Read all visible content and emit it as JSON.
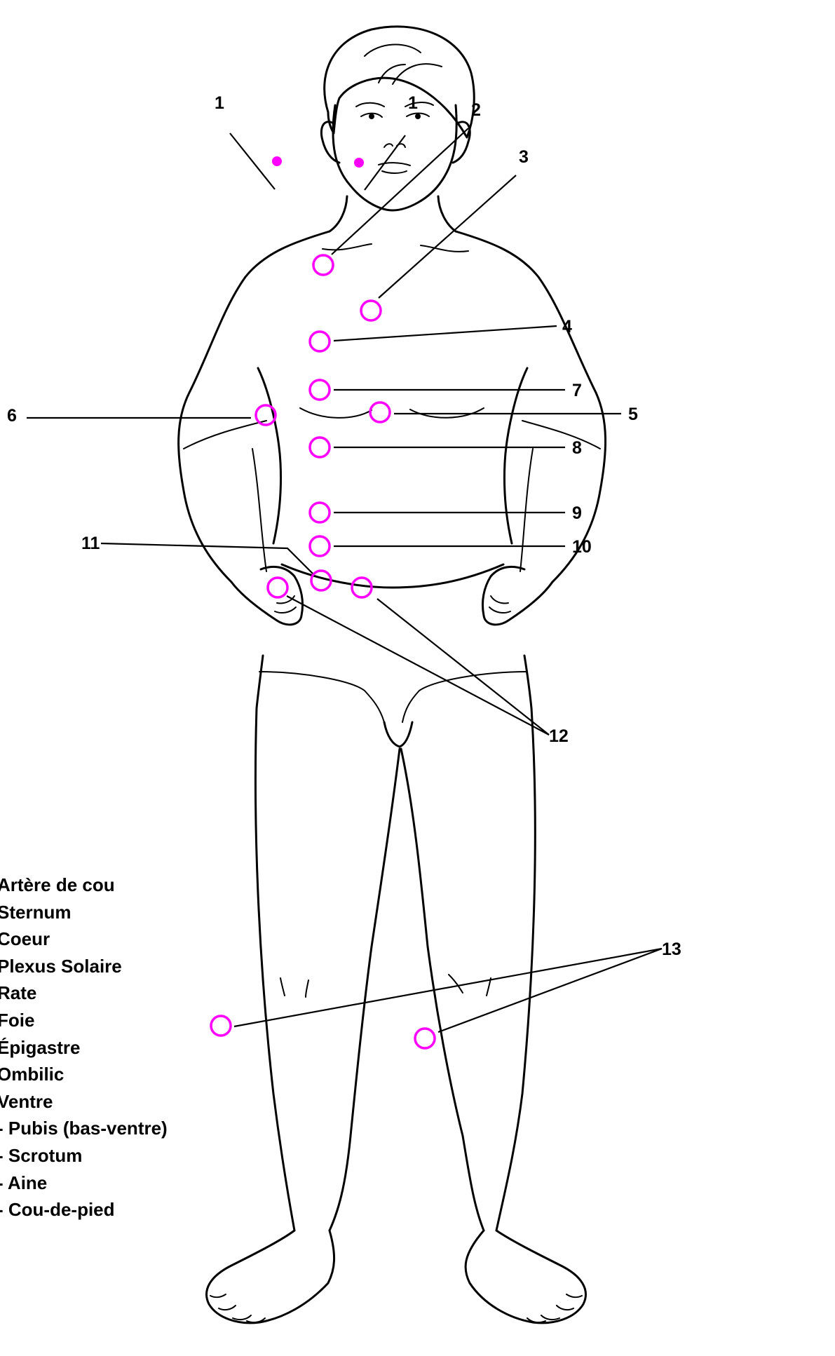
{
  "colors": {
    "marker": "#ff00ff",
    "line": "#000000",
    "background": "#ffffff"
  },
  "points": [
    {
      "label": "1",
      "kind": "dot"
    },
    {
      "label": "1",
      "kind": "dot"
    },
    {
      "label": "2",
      "kind": "circle"
    },
    {
      "label": "3",
      "kind": "circle"
    },
    {
      "label": "4",
      "kind": "circle"
    },
    {
      "label": "7",
      "kind": "circle"
    },
    {
      "label": "6",
      "kind": "circle"
    },
    {
      "label": "5",
      "kind": "circle"
    },
    {
      "label": "8",
      "kind": "circle"
    },
    {
      "label": "9",
      "kind": "circle"
    },
    {
      "label": "10",
      "kind": "circle"
    },
    {
      "label": "11",
      "kind": "circle"
    },
    {
      "label": "12",
      "kind": "circle"
    },
    {
      "label": "12",
      "kind": "circle"
    },
    {
      "label": "13",
      "kind": "circle"
    },
    {
      "label": "13",
      "kind": "circle"
    }
  ],
  "callout_labels": [
    "1",
    "1",
    "2",
    "3",
    "4",
    "7",
    "6",
    "5",
    "8",
    "9",
    "10",
    "11",
    "12",
    "13"
  ],
  "legend": [
    "Artère de cou",
    "Sternum",
    "Coeur",
    "Plexus Solaire",
    "Rate",
    "Foie",
    "Épigastre",
    "Ombilic",
    "Ventre",
    "- Pubis (bas-ventre)",
    "- Scrotum",
    "- Aine",
    "- Cou-de-pied"
  ]
}
